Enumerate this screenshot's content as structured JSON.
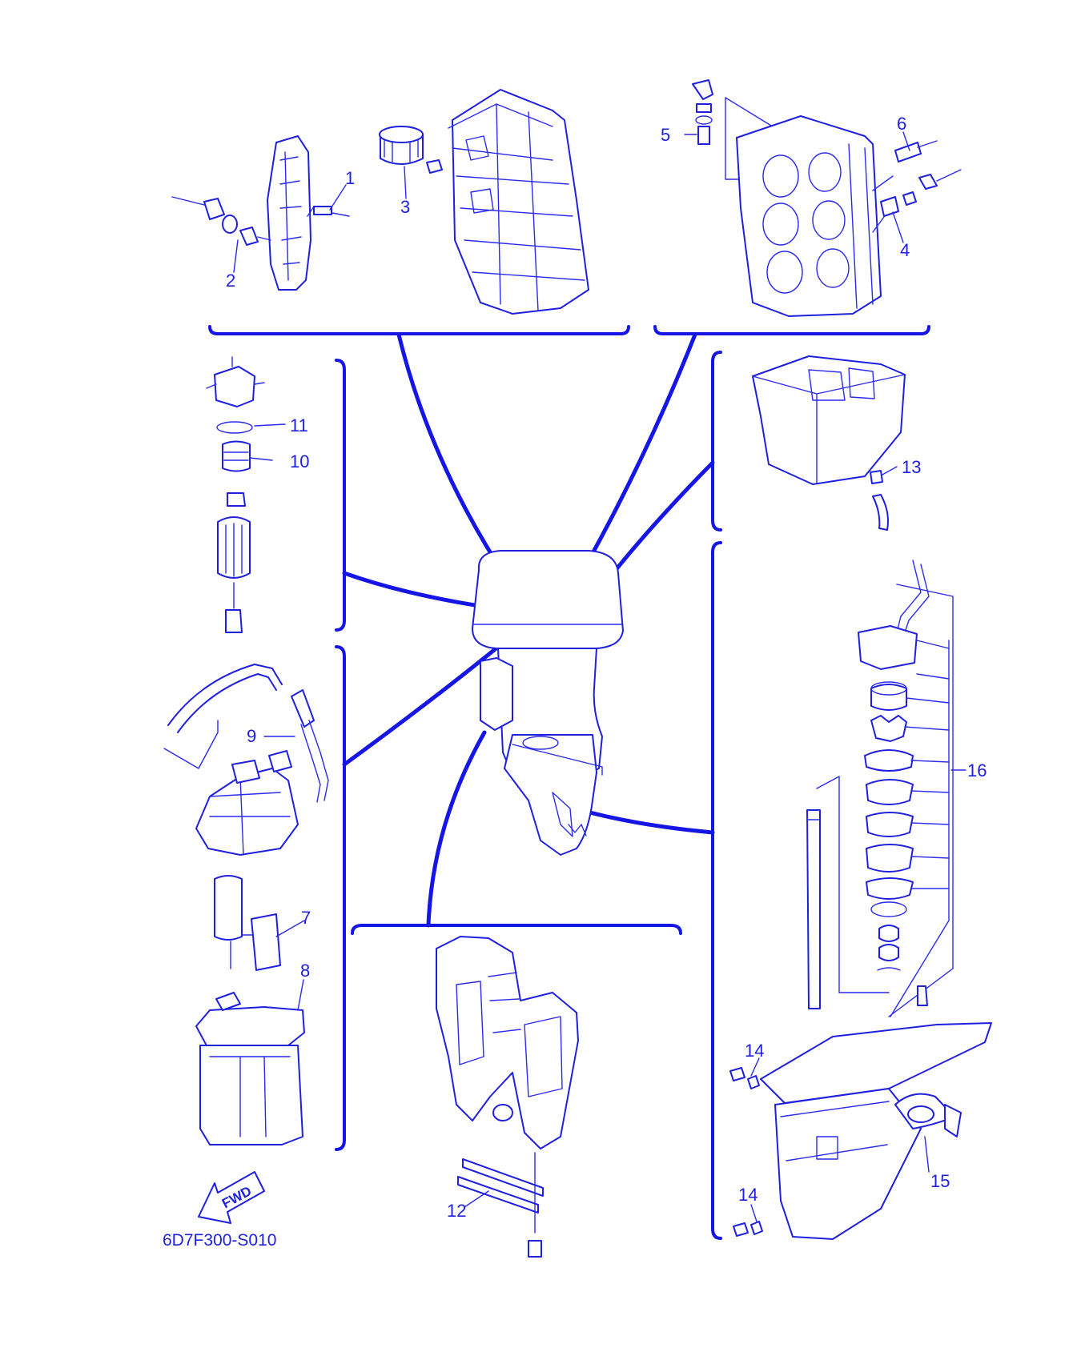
{
  "diagram": {
    "part_numbers": [
      "1",
      "2",
      "3",
      "4",
      "5",
      "6",
      "7",
      "8",
      "9",
      "10",
      "11",
      "12",
      "13",
      "14",
      "14",
      "15",
      "16"
    ],
    "forward_label": "FWD",
    "diagram_code": "6D7F300-S010",
    "line_color": "#1f1fe0",
    "background_color": "#ffffff"
  }
}
